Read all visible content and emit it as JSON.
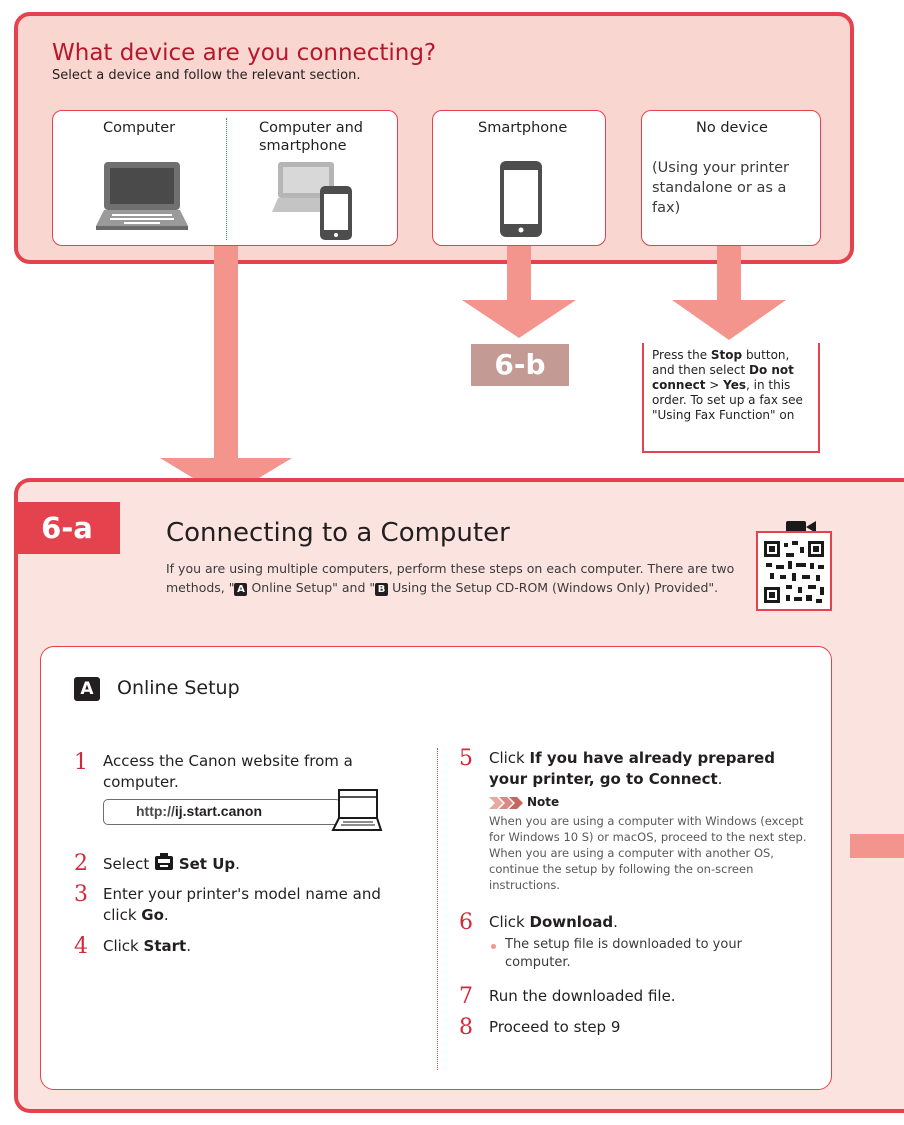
{
  "header": {
    "title": "What device are you connecting?",
    "subtitle": "Select a device and follow the relevant section."
  },
  "devices": {
    "computer": "Computer",
    "computer_and_smartphone": "Computer and smartphone",
    "smartphone": "Smartphone",
    "no_device": "No device",
    "no_device_desc": "(Using your printer standalone or as a fax)"
  },
  "badge_6b": "6-b",
  "fax_note": {
    "p1": "Press the ",
    "stop": "Stop",
    "p2": " button, and then select ",
    "do_not_connect": "Do not connect",
    "p3": " > ",
    "yes": "Yes",
    "p4": ", in this order. To set up a fax see \"Using Fax Function\" on"
  },
  "section_6a": {
    "badge": "6-a",
    "title": "Connecting to a Computer",
    "intro_1": "If you are using multiple computers, perform these steps on each computer. There are two methods, \"",
    "badge_a": "A",
    "intro_2": " Online Setup\" and \"",
    "badge_b": "B",
    "intro_3": " Using the Setup CD-ROM (Windows Only) Provided\"."
  },
  "online_setup": {
    "badge": "A",
    "title": "Online Setup",
    "url_prefix": "http://",
    "url_bold": "ij.start.canon",
    "steps_left": [
      {
        "num": "1",
        "text": "Access the Canon website from a computer."
      },
      {
        "num": "2",
        "pre": "Select ",
        "bold": "Set Up",
        "post": "."
      },
      {
        "num": "3",
        "pre": "Enter your printer's model name and click ",
        "bold": "Go",
        "post": "."
      },
      {
        "num": "4",
        "pre": "Click ",
        "bold": "Start",
        "post": "."
      }
    ],
    "steps_right": [
      {
        "num": "5",
        "pre": "Click ",
        "bold": "If you have already prepared your printer, go to Connect",
        "post": "."
      },
      {
        "num": "6",
        "pre": "Click ",
        "bold": "Download",
        "post": "."
      },
      {
        "num": "7",
        "text": "Run the downloaded file."
      },
      {
        "num": "8",
        "text": "Proceed to step 9"
      }
    ],
    "note_label": "Note",
    "note_text": "When you are using a computer with Windows (except for Windows 10 S) or macOS, proceed to the next step. When you are using a computer with another OS, continue the setup by following the on-screen instructions.",
    "step6_bullet": "The setup file is downloaded to your computer."
  },
  "colors": {
    "accent": "#e4424d",
    "pink_bg": "#f9d6cf",
    "arrow": "#f3958c",
    "badge_brown": "#c49a94",
    "step_red": "#d12a3a"
  },
  "icons": [
    "laptop-icon",
    "laptop-smartphone-icon",
    "smartphone-icon",
    "video-camera-icon",
    "qr-code-icon",
    "setup-icon",
    "note-arrows-icon"
  ]
}
